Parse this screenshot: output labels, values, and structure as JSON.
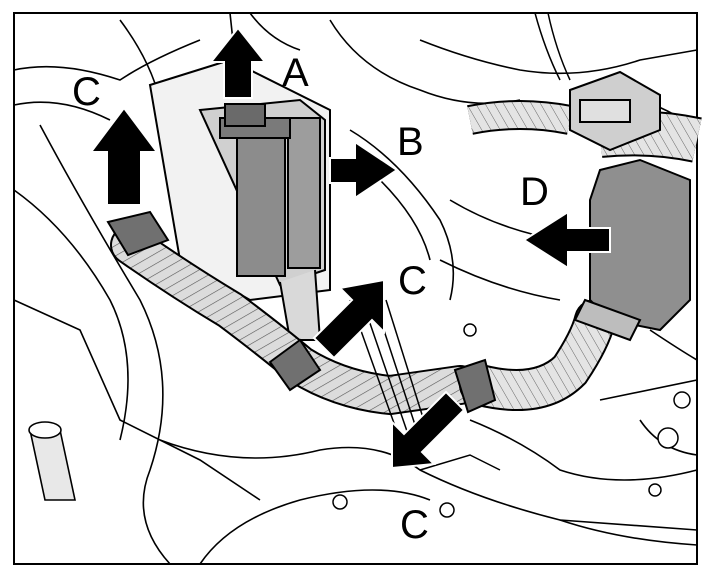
{
  "labels": {
    "a": "A",
    "b": "B",
    "c_top_left": "C",
    "c_middle": "C",
    "c_bottom": "C",
    "d": "D"
  },
  "colors": {
    "line": "#000000",
    "hose_fill": "#d9d9d9",
    "module_fill": "#8f8f8f",
    "module_light": "#c8c8c8",
    "clamp_fill": "#6e6e6e",
    "arrow": "#000000",
    "background": "#ffffff"
  }
}
